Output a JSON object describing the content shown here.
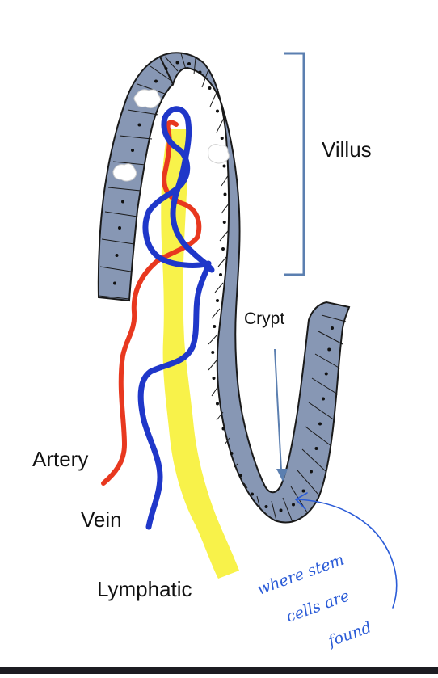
{
  "labels": {
    "villus": "Villus",
    "crypt": "Crypt",
    "artery": "Artery",
    "vein": "Vein",
    "lymphatic": "Lymphatic"
  },
  "annotation": {
    "line1": "where stem",
    "line2": "cells are",
    "line3": "found"
  },
  "colors": {
    "epithelium_fill": "#8797b4",
    "epithelium_stroke": "#1a1a1a",
    "bracket": "#5b7fb0",
    "crypt_arrow": "#5b7fb0",
    "artery": "#e8381f",
    "vein": "#1f37c9",
    "lymphatic": "#f8f24a",
    "annotation_ink": "#2a5bd7"
  }
}
